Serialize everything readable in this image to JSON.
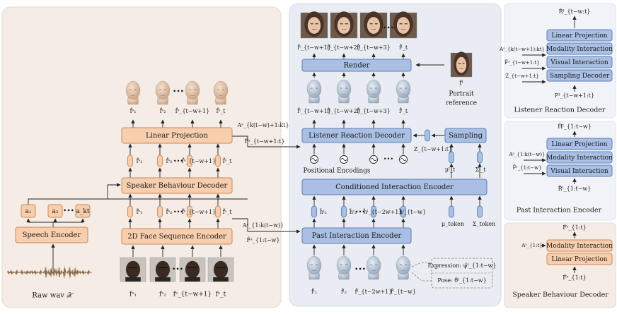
{
  "colors": {
    "speaker_panel_bg": "#f6ece6",
    "listener_panel_bg": "#e9edf3",
    "side_panel_bg": "#f1f3f8",
    "orange_fill": "#f8cfae",
    "orange_stroke": "#c8875a",
    "blue_fill": "#a9c0e4",
    "blue_stroke": "#5f7fb3",
    "arrow": "#222222"
  },
  "speaker": {
    "raw_wav_label": "Raw wav 𝒳",
    "speech_encoder": "Speech Encoder",
    "face_encoder": "2D Face Sequence Encoder",
    "behaviour_decoder": "Speaker Behaviour Decoder",
    "linear_projection": "Linear Projection",
    "audio_feats": [
      "a₁",
      "a₂",
      "a_kt"
    ],
    "dots": "•••",
    "face_feat_labels": [
      "f̃ˢ₁",
      "f̃ˢ₂",
      "f̃ˢ_{t−w+1}",
      "f̃ˢ_t"
    ],
    "dec_feat_labels": [
      "f̂ˢ₁",
      "f̂ˢ₂",
      "f̂ˢ_{t−w+1}",
      "f̂ˢ_t"
    ],
    "frame_labels": [
      "fˢ₁",
      "fˢ₂",
      "fˢ_{t−w+1}",
      "fˢ_t"
    ],
    "head_labels": [
      "f̂ˢ₁",
      "f̂ˢ₂",
      "f̂ˢ_{t−w+1}",
      "f̂ˢ_t"
    ]
  },
  "listener": {
    "render": "Render",
    "reaction_decoder": "Listener Reaction Decoder",
    "sampling": "Sampling",
    "cond_encoder": "Conditioned Interaction Encoder",
    "past_encoder": "Past Interaction Encoder",
    "pos_enc_label": "Positional Encodings",
    "out_frame_labels": [
      "f̂ˡ_{t−w+1}",
      "f̂ˡ_{t−w+2}",
      "f̂ˡ_{t−w+3}",
      "f̂ˡ_t"
    ],
    "head_labels": [
      "f̂ˡ_{t−w+1}",
      "f̂ˡ_{t−w+2}",
      "f̂ˡ_{t−w+3}",
      "f̂ˡ_t"
    ],
    "past_feat_labels": [
      "h̃ˡ₁",
      "h̃ˡ₂",
      "h̃ˡ_{t−2w+1}",
      "h̃ˡ_{t−w}"
    ],
    "past_head_labels": [
      "f̂ˡ₁",
      "f̂ˡ₂",
      "f̂ˡ_{t−2w+1}",
      "f̂ˡ_{t−w}"
    ],
    "portrait_label_1": "fˡ",
    "portrait_label_2": "Portrait",
    "portrait_label_3": "reference",
    "z_label": "Z_{t−w+1:t}",
    "mu_label": "μˡ_t",
    "sigma_label": "Σˡ_t",
    "mu_token": "μ_token",
    "sigma_token": "Σ_token",
    "expression_label": "Expression: ψ̃ˡ_{1:t−w}",
    "pose_label": "Pose: θ̃ˡ_{1:t−w}",
    "input_a_top": "Aˢ_{k(t−w)+1:kt}",
    "input_f_top": "F̃ˢ_{t−w+1:t}",
    "input_a_bot": "Aˢ_{1:k(t−w)}",
    "input_f_bot": "F̃ˢ_{1:t−w}"
  },
  "side": {
    "lrd": {
      "title": "Listener Reaction Decoder",
      "output": "R̂ˡ_{t−w:t}",
      "blocks": [
        "Linear Projection",
        "Modality Interaction",
        "Visual Interaction",
        "Sampling Decoder"
      ],
      "inputs": [
        "Aˢ_{k(t−w+1):kt}",
        "F̃ˢ_{t−w+1:t}",
        "Z_{t−w+1:t}",
        "Pˡ_{t−w+1:t}"
      ]
    },
    "pie": {
      "title": "Past Interaction Encoder",
      "output": "H̃ˡ_{1:t−w}",
      "blocks": [
        "Linear Projection",
        "Modality Interaction",
        "Visual Interaction"
      ],
      "inputs": [
        "Aˢ_{1:k(t−w)}",
        "F̃ˢ_{1:t−w}",
        "R̃ˡ_{1:t−w}"
      ]
    },
    "sbd": {
      "title": "Speaker Behaviour Decoder",
      "output": "F̂ˢ_{1:t}",
      "blocks": [
        "Modality Interaction",
        "Linear Projection"
      ],
      "inputs": [
        "Aˢ_{1:t}",
        "F̃ˢ_{1:t}"
      ]
    }
  }
}
